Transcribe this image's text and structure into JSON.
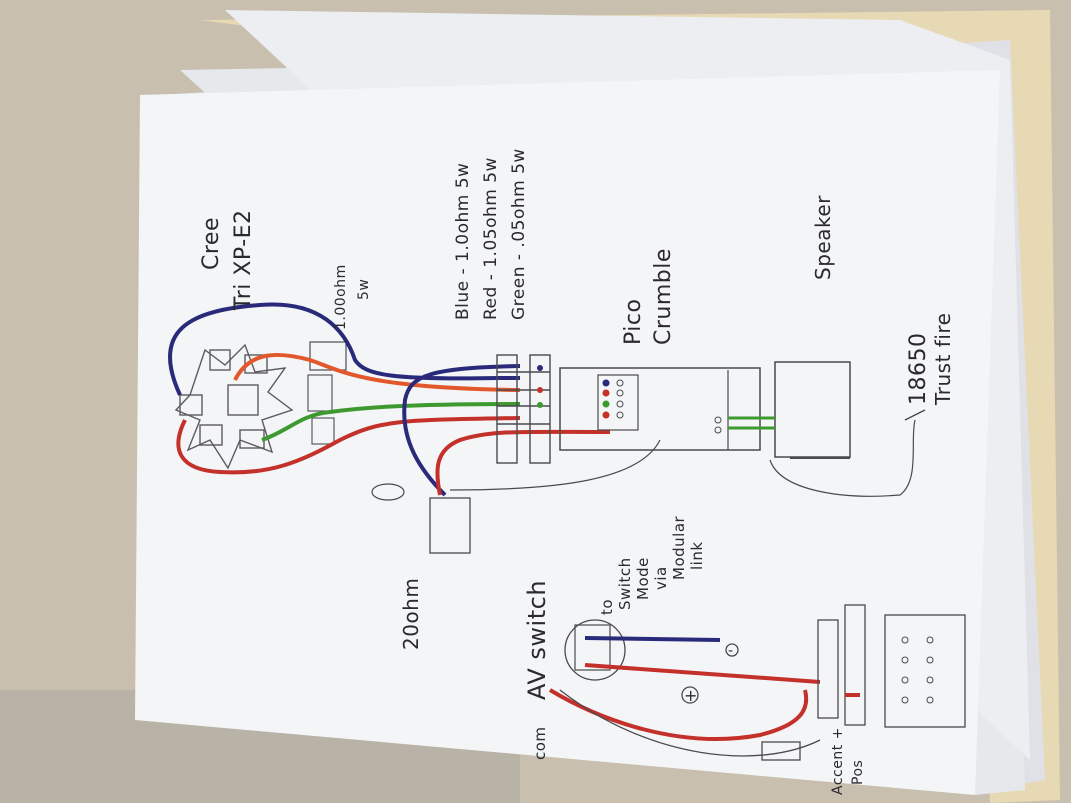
{
  "labels": {
    "led_title_line1": "Cree",
    "led_title_line2": "Tri XP-E2",
    "led_resistor": "1.00ohm",
    "led_resistor_watt": "5w",
    "res_blue": "Blue - 1.0ohm 5w",
    "res_red": "Red - 1.05ohm 5w",
    "res_green": "Green - .05ohm 5w",
    "pico_line1": "Pico",
    "pico_line2": "Crumble",
    "speaker": "Speaker",
    "battery_line1": "18650",
    "battery_line2": "Trust fire",
    "resistor_20": "20ohm",
    "av_switch": "AV switch",
    "mode_switch_line1": "to",
    "mode_switch_line2": "Switch",
    "mode_switch_line3": "Mode",
    "mode_switch_line4": "via",
    "mode_switch_line5": "Modular",
    "mode_switch_line6": "link",
    "com": "com",
    "plus": "+",
    "minus": "-",
    "accent_plus": "Accent +",
    "accent_pos": "Pos"
  },
  "colors": {
    "wire_blue": "#2a2a7a",
    "wire_red": "#c4302a",
    "wire_orange": "#e2582c",
    "wire_green": "#3e9a2e",
    "pencil": "#4a4a4e",
    "paper": "#f4f5f7"
  }
}
